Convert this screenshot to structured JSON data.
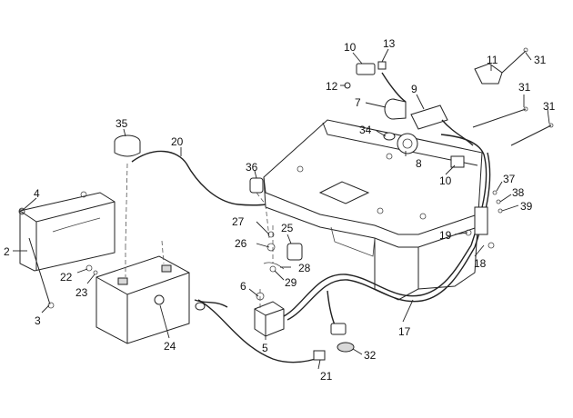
{
  "diagram": {
    "callouts": [
      {
        "id": "c2",
        "label": "2"
      },
      {
        "id": "c3",
        "label": "3"
      },
      {
        "id": "c4",
        "label": "4"
      },
      {
        "id": "c5",
        "label": "5"
      },
      {
        "id": "c6",
        "label": "6"
      },
      {
        "id": "c7",
        "label": "7"
      },
      {
        "id": "c8",
        "label": "8"
      },
      {
        "id": "c9",
        "label": "9"
      },
      {
        "id": "c10a",
        "label": "10"
      },
      {
        "id": "c10b",
        "label": "10"
      },
      {
        "id": "c11",
        "label": "11"
      },
      {
        "id": "c12",
        "label": "12"
      },
      {
        "id": "c13",
        "label": "13"
      },
      {
        "id": "c17",
        "label": "17"
      },
      {
        "id": "c18",
        "label": "18"
      },
      {
        "id": "c19",
        "label": "19"
      },
      {
        "id": "c20",
        "label": "20"
      },
      {
        "id": "c21",
        "label": "21"
      },
      {
        "id": "c22",
        "label": "22"
      },
      {
        "id": "c23",
        "label": "23"
      },
      {
        "id": "c24",
        "label": "24"
      },
      {
        "id": "c25",
        "label": "25"
      },
      {
        "id": "c26",
        "label": "26"
      },
      {
        "id": "c27",
        "label": "27"
      },
      {
        "id": "c28",
        "label": "28"
      },
      {
        "id": "c29",
        "label": "29"
      },
      {
        "id": "c31a",
        "label": "31"
      },
      {
        "id": "c31b",
        "label": "31"
      },
      {
        "id": "c31c",
        "label": "31"
      },
      {
        "id": "c32",
        "label": "32"
      },
      {
        "id": "c34",
        "label": "34"
      },
      {
        "id": "c35",
        "label": "35"
      },
      {
        "id": "c36",
        "label": "36"
      },
      {
        "id": "c37",
        "label": "37"
      },
      {
        "id": "c38",
        "label": "38"
      },
      {
        "id": "c39",
        "label": "39"
      }
    ]
  }
}
